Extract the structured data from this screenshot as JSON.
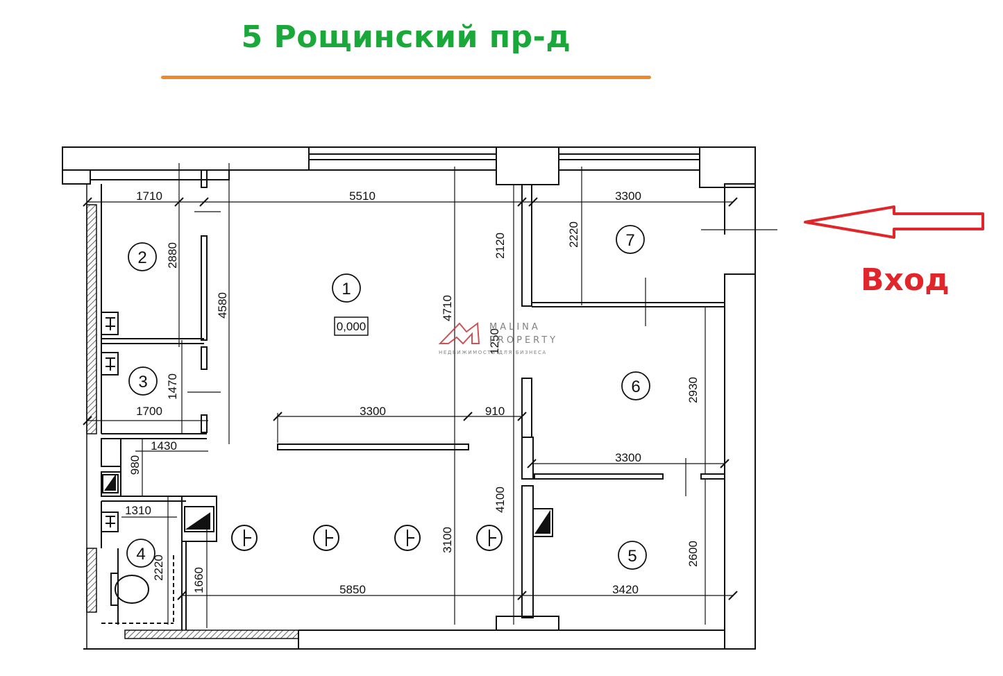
{
  "title": "5 Рощинский пр-д",
  "entrance": {
    "label": "Вход"
  },
  "level_mark": "0,000",
  "rooms": [
    {
      "number": "1"
    },
    {
      "number": "2"
    },
    {
      "number": "3"
    },
    {
      "number": "4"
    },
    {
      "number": "5"
    },
    {
      "number": "6"
    },
    {
      "number": "7"
    }
  ],
  "dimensions": {
    "d1710": "1710",
    "d5510": "5510",
    "d3300_top": "3300",
    "d2880": "2880",
    "d4580": "4580",
    "d2120": "2120",
    "d4710": "4710",
    "d2220_room7": "2220",
    "d1250": "1250",
    "d1470": "1470",
    "d1700": "1700",
    "d3300_mid": "3300",
    "d910": "910",
    "d2930": "2930",
    "d1430": "1430",
    "d980": "980",
    "d3300_room6": "3300",
    "d1310": "1310",
    "d4100": "4100",
    "d2220_room4": "2220",
    "d3100": "3100",
    "d1660": "1660",
    "d2600": "2600",
    "d5850": "5850",
    "d3420": "3420"
  },
  "watermark": {
    "line1": "MALINA",
    "line2": "PROPERTY",
    "line3": "НЕДВИЖИМОСТЬ ДЛЯ БИЗНЕСА",
    "color": "#c1373d"
  },
  "colors": {
    "title": "#1aa83a",
    "title_underline": "#ef8a2a",
    "entrance": "#e0262a"
  }
}
